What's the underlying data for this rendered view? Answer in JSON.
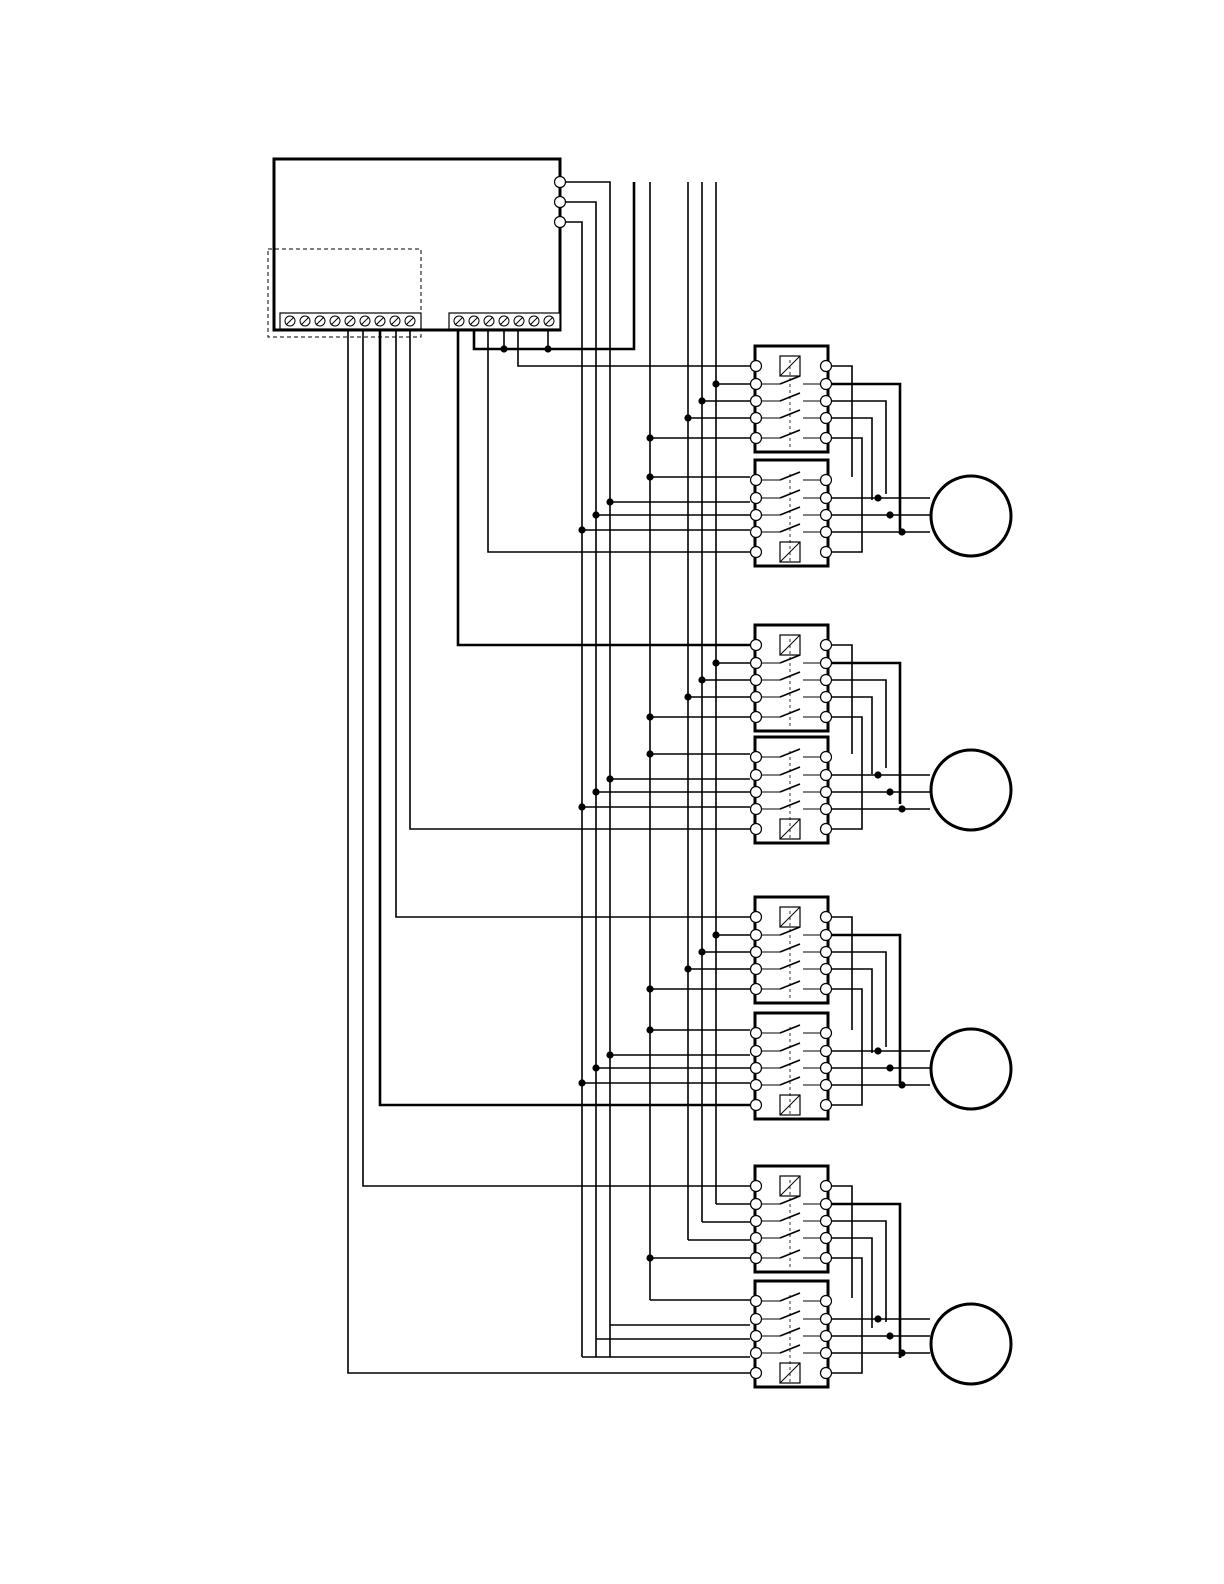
{
  "diagram": {
    "labels": [],
    "controller": {
      "right_terminal_count": 3,
      "bottom_strip_a_count": 9,
      "bottom_strip_b_count": 7,
      "option_module_dashed": true
    },
    "supply_bus_lines": 7,
    "motor_stages": [
      {
        "motor": "motor-1",
        "contactors": 2
      },
      {
        "motor": "motor-2",
        "contactors": 2
      },
      {
        "motor": "motor-3",
        "contactors": 2
      },
      {
        "motor": "motor-4",
        "contactors": 2
      }
    ],
    "colors": {
      "line": "#000000",
      "background": "#ffffff"
    }
  }
}
